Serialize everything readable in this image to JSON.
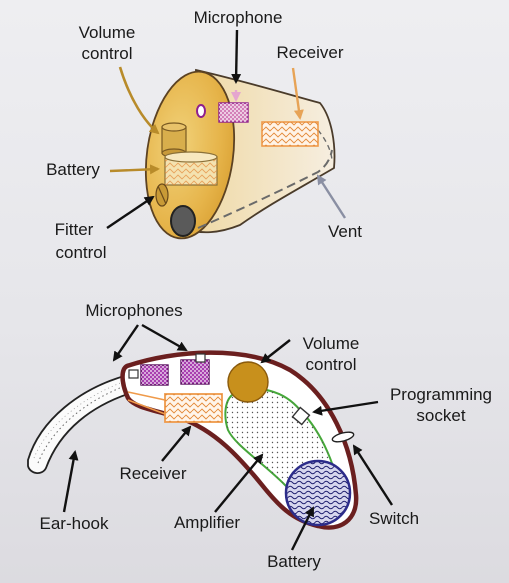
{
  "top_diagram": {
    "labels": {
      "volume_control_1": "Volume",
      "volume_control_2": "control",
      "microphone": "Microphone",
      "receiver": "Receiver",
      "battery": "Battery",
      "fitter_control_1": "Fitter",
      "fitter_control_2": "control",
      "vent": "Vent"
    }
  },
  "bottom_diagram": {
    "labels": {
      "microphones": "Microphones",
      "volume_control_1": "Volume",
      "volume_control_2": "control",
      "programming_socket_1": "Programming",
      "programming_socket_2": "socket",
      "receiver": "Receiver",
      "switch": "Switch",
      "amplifier": "Amplifier",
      "ear_hook": "Ear-hook",
      "battery": "Battery"
    }
  },
  "colors": {
    "ite_shell": "#e7b94a",
    "bte_outline": "#6b1f1f",
    "microphone": "#8e1f8e",
    "receiver": "#ef9a4a",
    "amplifier_outline": "#46a83a",
    "battery_bte": "#2c2c8a",
    "volume_wheel": "#c8901c"
  }
}
